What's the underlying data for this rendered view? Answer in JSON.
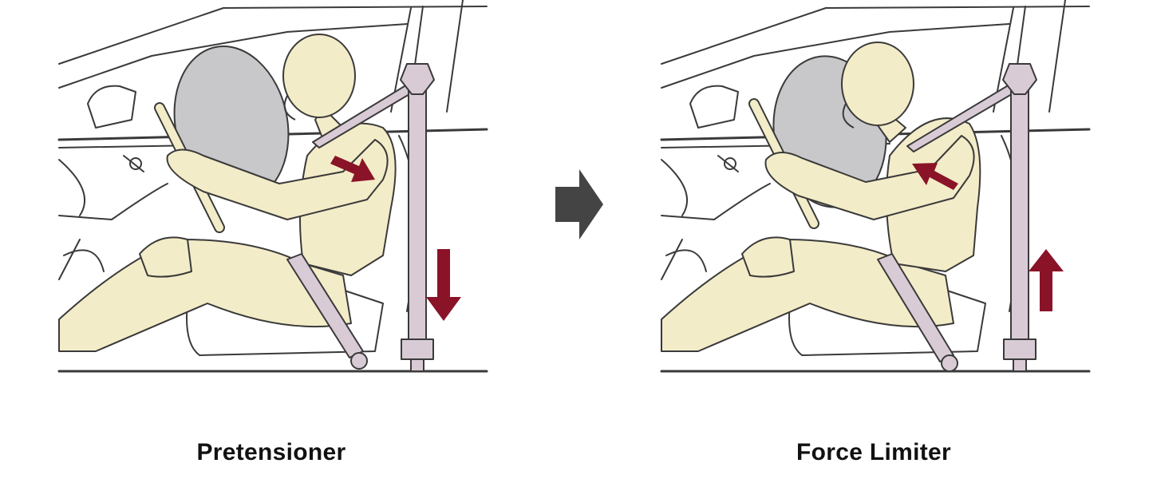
{
  "panels": [
    {
      "id": "pretensioner",
      "caption": "Pretensioner",
      "belt_motion": "down",
      "occupant_motion": "pulled-back"
    },
    {
      "id": "force-limiter",
      "caption": "Force Limiter",
      "belt_motion": "up",
      "occupant_motion": "moving-forward"
    }
  ],
  "colors": {
    "occupant": "#f3ecc8",
    "airbag": "#c8c8ca",
    "belt": "#d9cbd6",
    "arrow": "#8a1328",
    "sequence_arrow": "#444444",
    "outline": "#3a3a3a"
  },
  "icons": {
    "sequence": "right-arrow-icon",
    "motion": "motion-arrow-icon"
  }
}
